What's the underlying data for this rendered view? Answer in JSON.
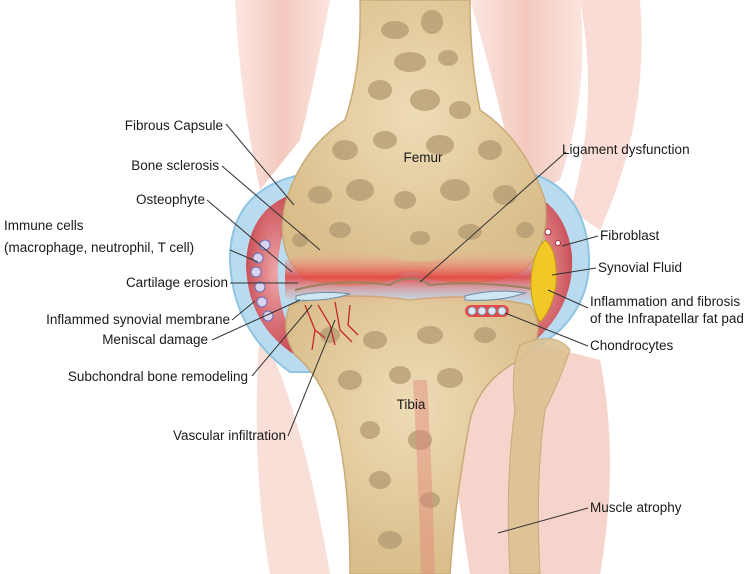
{
  "labels": {
    "fibrous_capsule": "Fibrous Capsule",
    "bone_sclerosis": "Bone sclerosis",
    "osteophyte": "Osteophyte",
    "immune_cells_1": "Immune cells",
    "immune_cells_2": "(macrophage, neutrophil, T cell)",
    "cartilage_erosion": "Cartilage erosion",
    "inflamed_synovial_membrane": "Inflammed synovial membrane",
    "meniscal_damage": "Meniscal damage",
    "subchondral_bone_remodeling": "Subchondral bone remodeling",
    "vascular_infiltration": "Vascular infiltration",
    "femur": "Femur",
    "tibia": "Tibia",
    "ligament_dysfunction": "Ligament dysfunction",
    "fibroblast": "Fibroblast",
    "synovial_fluid": "Synovial Fluid",
    "infrapatellar_1": "Inflammation and fibrosis",
    "infrapatellar_2": "of the Infrapatellar fat pad",
    "chondrocytes": "Chondrocytes",
    "muscle_atrophy": "Muscle atrophy"
  },
  "colors": {
    "bone": "#e6d1a6",
    "bone_spots": "#b39a72",
    "muscle": "#f3c9be",
    "capsule": "#b9dbef",
    "synovium": "#d9535a",
    "inflammation": "#e43b3b",
    "fat_pad": "#f0c928",
    "leader": "#333333"
  }
}
